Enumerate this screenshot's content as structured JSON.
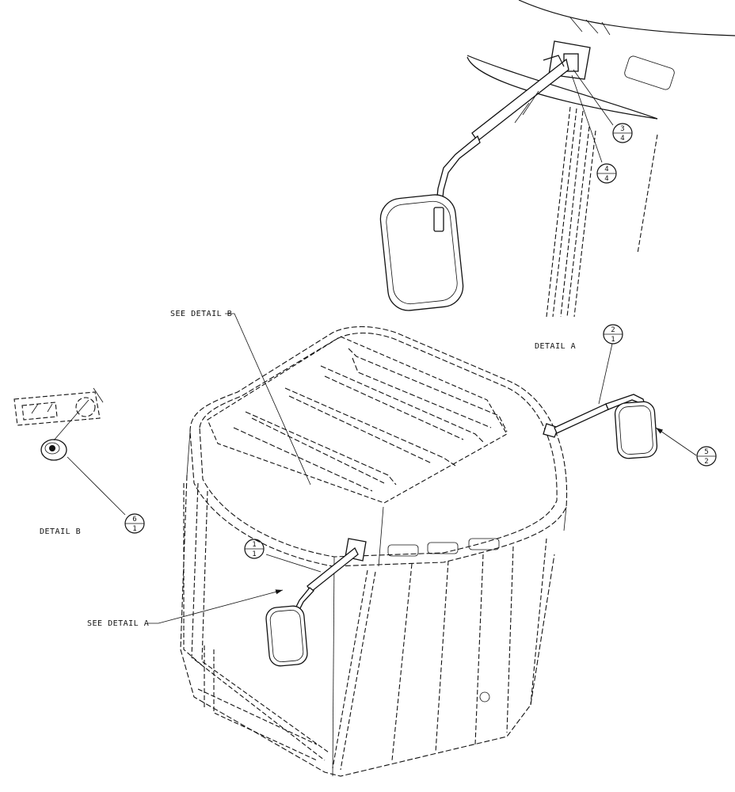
{
  "labels": {
    "see_detail_b": "SEE DETAIL B",
    "see_detail_a": "SEE DETAIL A",
    "detail_a": "DETAIL A",
    "detail_b": "DETAIL B"
  },
  "balloons": [
    {
      "top": "3",
      "bottom": "4"
    },
    {
      "top": "4",
      "bottom": "4"
    },
    {
      "top": "2",
      "bottom": "1"
    },
    {
      "top": "5",
      "bottom": "2"
    },
    {
      "top": "6",
      "bottom": "1"
    },
    {
      "top": "1",
      "bottom": "1"
    }
  ]
}
